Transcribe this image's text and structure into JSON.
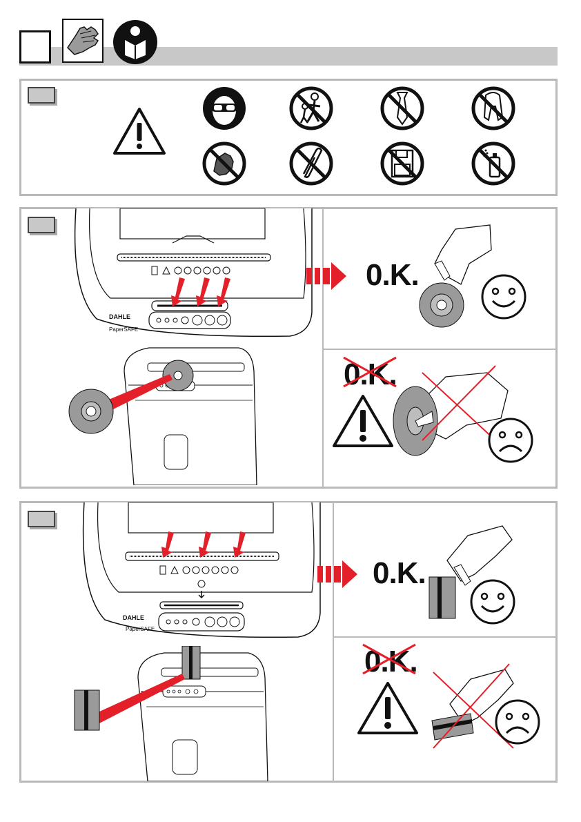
{
  "header": {
    "step_number": "",
    "icons": [
      "glove-hand-icon",
      "read-manual-icon"
    ]
  },
  "section1": {
    "tag": "",
    "warning_icon": "warning-triangle-icon",
    "prohibition_icons": [
      "wear-eye-protection-icon",
      "no-children-icon",
      "no-ties-icon",
      "no-long-hair-icon",
      "no-hands-icon",
      "no-paper-clips-icon",
      "no-floppy-disks-icon",
      "no-aerosols-icon"
    ]
  },
  "section2": {
    "tag": "",
    "brand": "DAHLE",
    "model": "PaperSAFE",
    "ok_label": "0.K.",
    "ok_crossed_label": "0.K.",
    "media": "cd-disc"
  },
  "section3": {
    "tag": "",
    "brand": "DAHLE",
    "model": "PaperSAFE",
    "ok_label": "0.K.",
    "ok_crossed_label": "0.K.",
    "media": "credit-card"
  },
  "colors": {
    "accent_red": "#e3202a",
    "panel_border": "#b9b9b9",
    "tag_fill": "#c8c8c8",
    "disc_gray": "#9a9a9a"
  }
}
